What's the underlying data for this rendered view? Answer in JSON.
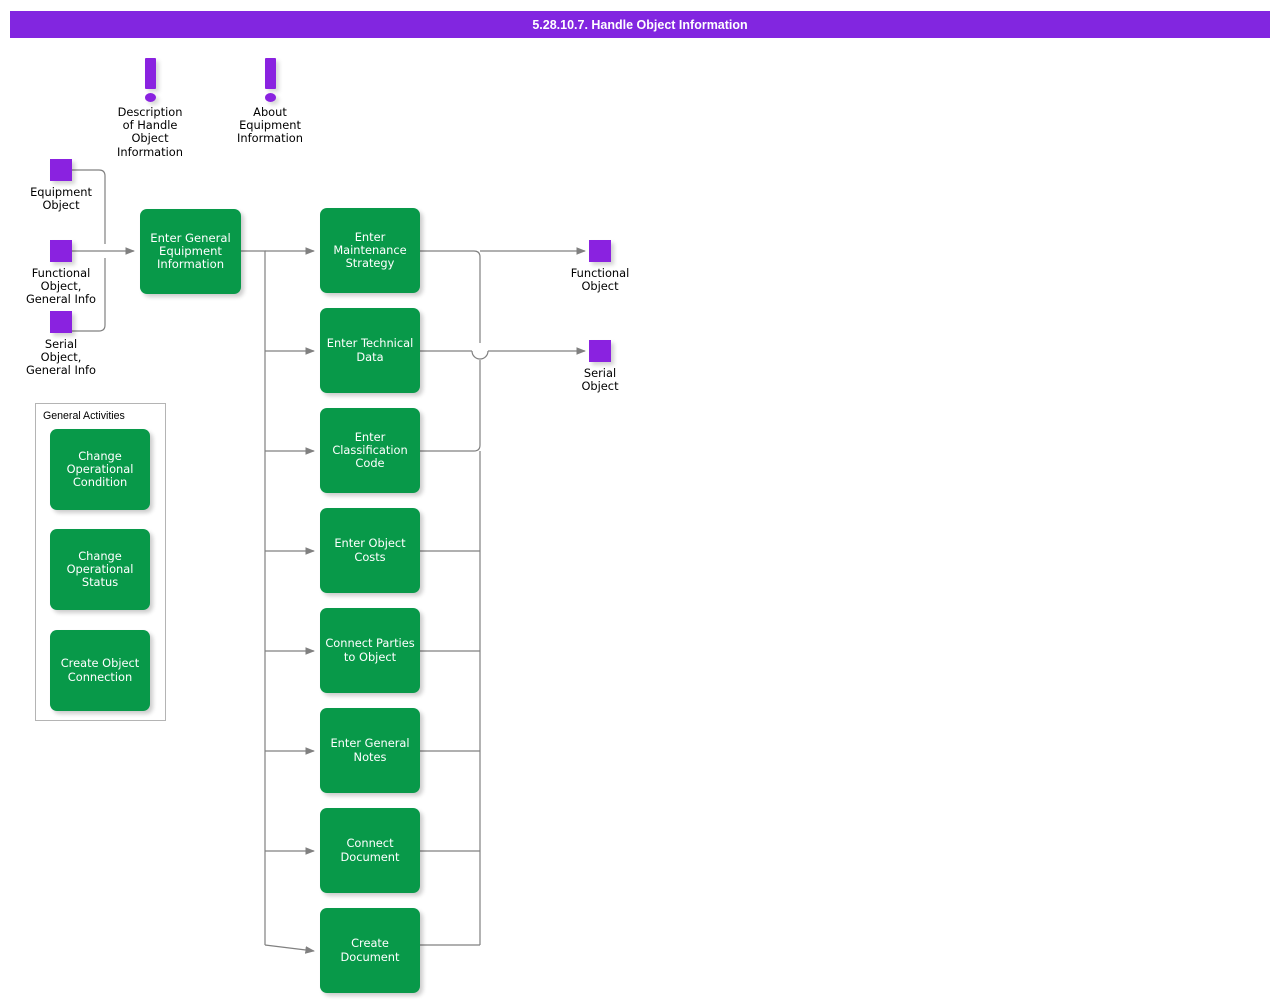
{
  "title": "5.28.10.7. Handle Object Information",
  "colors": {
    "title_bar": "#8226e0",
    "activity_green": "#089949",
    "object_purple": "#8a22e0",
    "connector_gray": "#808080",
    "group_border": "#b4b4b4",
    "text_on_green": "#ffffff",
    "text_black": "#000000"
  },
  "notes": [
    {
      "name": "description-note",
      "icon": "exclamation-icon",
      "label": "Description\nof Handle\nObject\nInformation"
    },
    {
      "name": "about-note",
      "icon": "exclamation-icon",
      "label": "About\nEquipment\nInformation"
    }
  ],
  "inputs": [
    {
      "name": "equipment-object",
      "label": "Equipment\nObject"
    },
    {
      "name": "functional-object-general-info",
      "label": "Functional\nObject,\nGeneral Info"
    },
    {
      "name": "serial-object-general-info",
      "label": "Serial\nObject,\nGeneral Info"
    }
  ],
  "outputs": [
    {
      "name": "functional-object",
      "label": "Functional\nObject"
    },
    {
      "name": "serial-object",
      "label": "Serial\nObject"
    }
  ],
  "main_activity": {
    "label": "Enter General\nEquipment\nInformation"
  },
  "activities": [
    {
      "name": "enter-maintenance-strategy",
      "label": "Enter\nMaintenance\nStrategy"
    },
    {
      "name": "enter-technical-data",
      "label": "Enter Technical\nData"
    },
    {
      "name": "enter-classification-code",
      "label": "Enter\nClassification\nCode"
    },
    {
      "name": "enter-object-costs",
      "label": "Enter Object\nCosts"
    },
    {
      "name": "connect-parties-to-object",
      "label": "Connect Parties\nto Object"
    },
    {
      "name": "enter-general-notes",
      "label": "Enter General\nNotes"
    },
    {
      "name": "connect-document",
      "label": "Connect\nDocument"
    },
    {
      "name": "create-document",
      "label": "Create\nDocument"
    }
  ],
  "group": {
    "title": "General Activities",
    "items": [
      {
        "name": "change-operational-condition",
        "label": "Change\nOperational\nCondition"
      },
      {
        "name": "change-operational-status",
        "label": "Change\nOperational\nStatus"
      },
      {
        "name": "create-object-connection",
        "label": "Create Object\nConnection"
      }
    ]
  }
}
